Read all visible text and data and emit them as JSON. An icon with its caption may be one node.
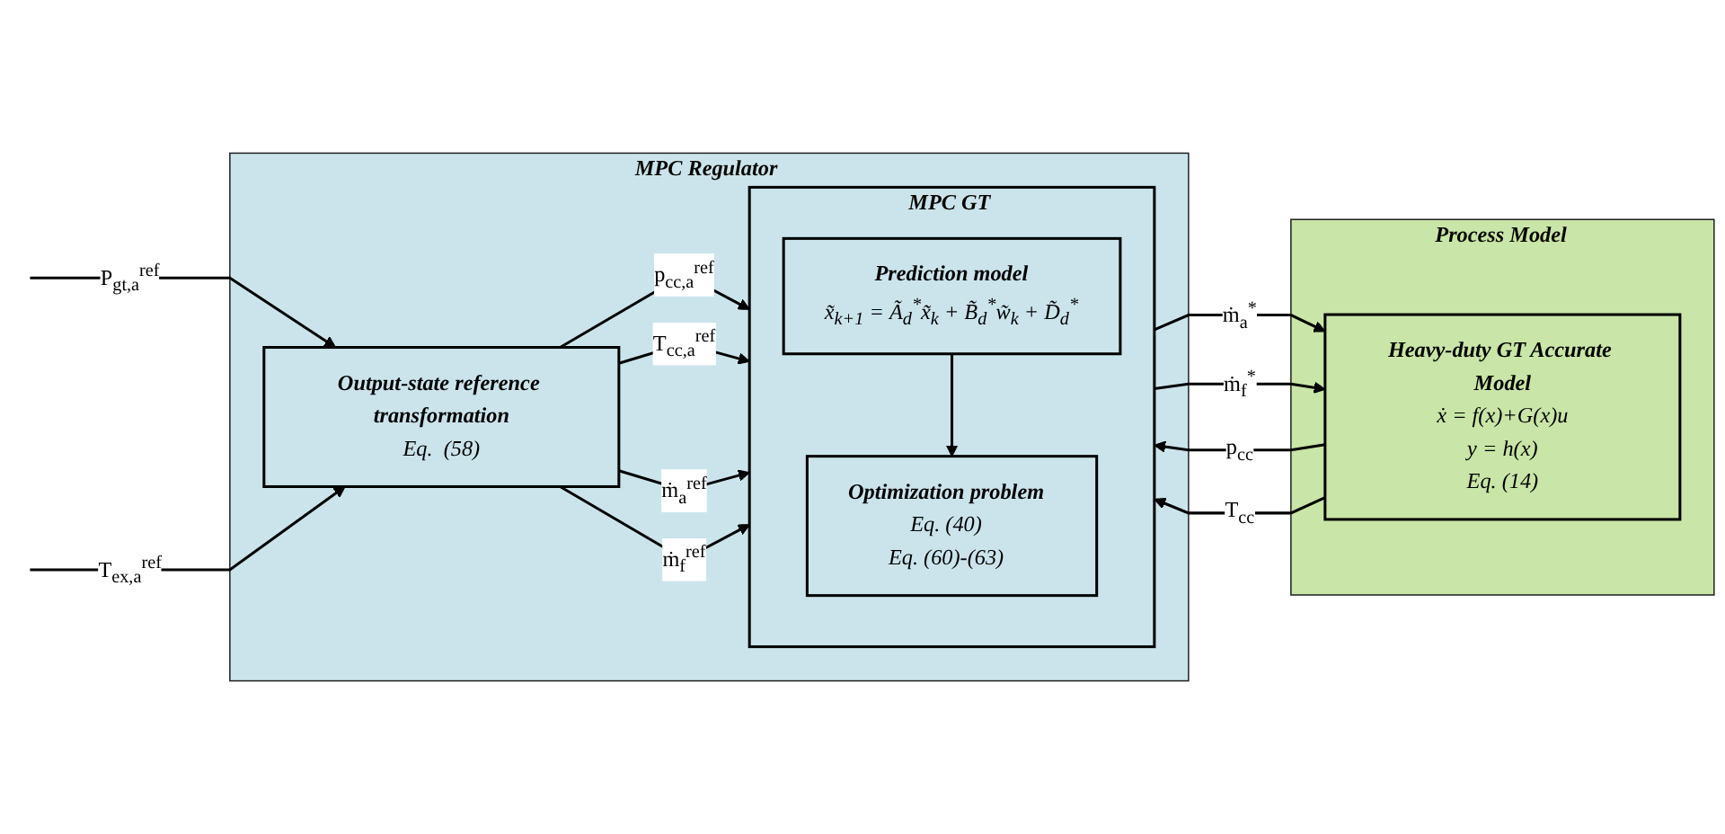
{
  "diagram": {
    "nodes": [
      {
        "text": [
          "MPC Regulator"
        ]
      },
      {
        "text": [
          "Process Model"
        ]
      },
      {
        "text": [
          "Output-state reference transformation",
          "Eq.  (58)"
        ],
        "in": 0
      },
      {
        "text": [
          "MPC GT"
        ],
        "in": 0
      },
      {
        "text": [
          "Prediction model",
          "x̃$_{k+1}$ = Ã$_{d}$$^{*}$x̃$_{k}$ + B̃$_{d}$$^{*}$w̃$_{k}$ + D̃$_{d}$$^{*}$"
        ],
        "in": 3
      },
      {
        "text": [
          "Optimization problem",
          "Eq. (40)",
          "Eq. (60)-(63)"
        ],
        "in": 3
      },
      {
        "text": [
          "Heavy-duty GT Accurate Model",
          "ẋ = f(x)+G(x)u",
          "y = h(x)",
          "Eq. (14)"
        ],
        "in": 1
      }
    ],
    "edges": [
      {
        "from": null,
        "to": 2,
        "arrow": "to",
        "label": "P$_{gt,a}$$^{ref}$"
      },
      {
        "from": null,
        "to": 2,
        "arrow": "to",
        "label": "T$_{ex,a}$$^{ref}$"
      },
      {
        "from": 2,
        "to": 3,
        "arrow": "to",
        "label": "p$_{cc,a}$$^{ref}$"
      },
      {
        "from": 2,
        "to": 3,
        "arrow": "to",
        "label": "T$_{cc,a}$$^{ref}$"
      },
      {
        "from": 2,
        "to": 3,
        "arrow": "to",
        "label": "ṁ$_{a}$$^{ref}$"
      },
      {
        "from": 2,
        "to": 3,
        "arrow": "to",
        "label": "ṁ$_{f}$$^{ref}$"
      },
      {
        "from": 4,
        "to": 5,
        "arrow": "to"
      },
      {
        "from": 3,
        "to": 6,
        "arrow": "to",
        "label": "ṁ$_{a}$$^{*}$"
      },
      {
        "from": 3,
        "to": 6,
        "arrow": "to",
        "label": "ṁ$_{f}$$^{*}$"
      },
      {
        "from": 6,
        "to": 3,
        "arrow": "to",
        "label": "p$_{cc}$"
      },
      {
        "from": 6,
        "to": 3,
        "arrow": "to",
        "label": "T$_{cc}$"
      }
    ]
  }
}
